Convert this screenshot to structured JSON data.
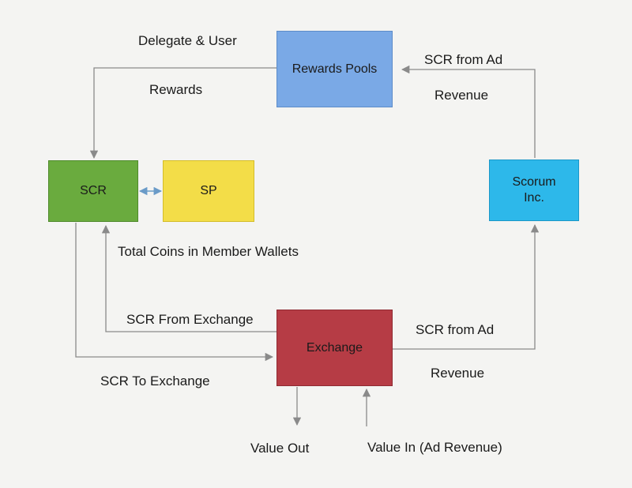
{
  "nodes": {
    "rewards_pools": {
      "label": "Rewards Pools",
      "color": "#7aa9e6"
    },
    "scr": {
      "label": "SCR",
      "color": "#6aab3e"
    },
    "sp": {
      "label": "SP",
      "color": "#f3dd48"
    },
    "scorum_inc": {
      "label": "Scorum\nInc.",
      "color": "#2db8ea"
    },
    "exchange": {
      "label": "Exchange",
      "color": "#b63c45"
    }
  },
  "edges": {
    "delegate_user_rewards": {
      "line1": "Delegate & User",
      "line2": "Rewards"
    },
    "scr_from_ad_top": {
      "line1": "SCR from Ad",
      "line2": "Revenue"
    },
    "total_coins": {
      "label": "Total Coins in Member Wallets"
    },
    "scr_from_exchange": {
      "label": "SCR From Exchange"
    },
    "scr_to_exchange": {
      "label": "SCR To Exchange"
    },
    "scr_from_ad_bottom": {
      "line1": "SCR from Ad",
      "line2": "Revenue"
    },
    "value_out": {
      "label": "Value Out"
    },
    "value_in": {
      "label": "Value In (Ad Revenue)"
    }
  },
  "colors": {
    "arrow": "#8a8a8a",
    "sp_link": "#6a9bc8"
  }
}
